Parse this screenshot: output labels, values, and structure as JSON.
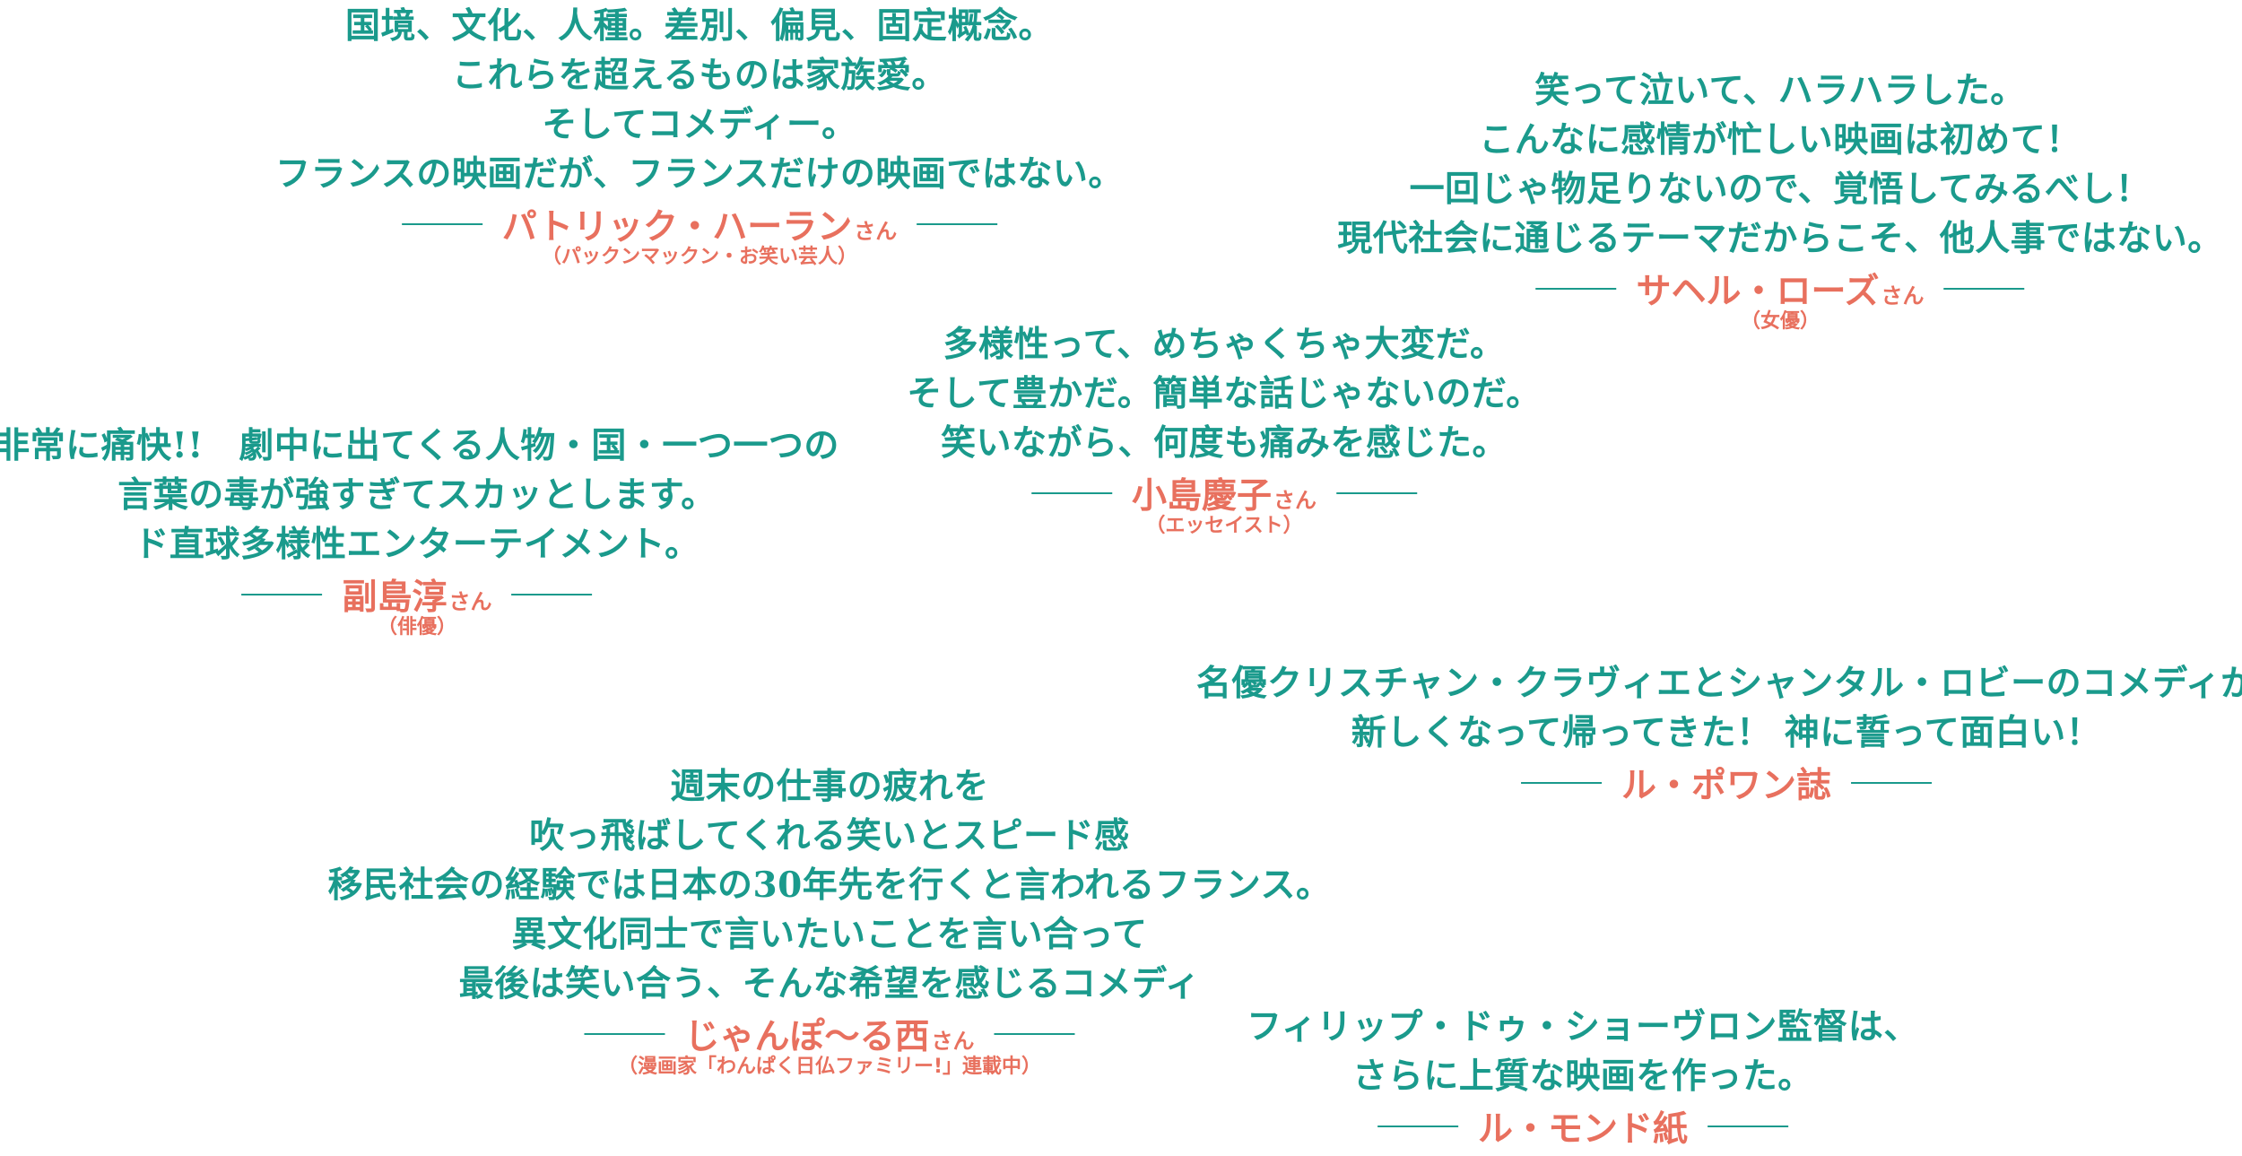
{
  "quotes": [
    {
      "lines": [
        "国境、文化、人種。差別、偏見、固定概念。",
        "これらを超えるものは家族愛。",
        "そしてコメディー。",
        "フランスの映画だが、フランスだけの映画ではない。"
      ],
      "name": "パトリック・ハーラン",
      "suffix": "さん",
      "role": "（パックンマックン・お笑い芸人）"
    },
    {
      "lines": [
        "笑って泣いて、ハラハラした。",
        "こんなに感情が忙しい映画は初めて！",
        "一回じゃ物足りないので、覚悟してみるべし！",
        "現代社会に通じるテーマだからこそ、他人事ではない。"
      ],
      "name": "サヘル・ローズ",
      "suffix": "さん",
      "role": "（女優）"
    },
    {
      "lines": [
        "多様性って、めちゃくちゃ大変だ。",
        "そして豊かだ。簡単な話じゃないのだ。",
        "笑いながら、何度も痛みを感じた。"
      ],
      "name": "小島慶子",
      "suffix": "さん",
      "role": "（エッセイスト）"
    },
    {
      "lines": [
        "非常に痛快!!　劇中に出てくる人物・国・一つ一つの",
        "言葉の毒が強すぎてスカッとします。",
        "ド直球多様性エンターテイメント。"
      ],
      "name": "副島淳",
      "suffix": "さん",
      "role": "（俳優）"
    },
    {
      "lines": [
        "名優クリスチャン・クラヴィエとシャンタル・ロビーのコメディが",
        "新しくなって帰ってきた！ 神に誓って面白い！"
      ],
      "name": "ル・ポワン誌",
      "suffix": "",
      "role": ""
    },
    {
      "lines": [
        "週末の仕事の疲れを",
        "吹っ飛ばしてくれる笑いとスピード感",
        "移民社会の経験では日本の30年先を行くと言われるフランス。",
        "異文化同士で言いたいことを言い合って",
        "最後は笑い合う、そんな希望を感じるコメディ"
      ],
      "name": "じゃんぽ〜る西",
      "suffix": "さん",
      "role": "（漫画家「わんぱく日仏ファミリー!」連載中）"
    },
    {
      "lines": [
        "フィリップ・ドゥ・ショーヴロン監督は、",
        "さらに上質な映画を作った。"
      ],
      "name": "ル・モンド紙",
      "suffix": "",
      "role": ""
    }
  ],
  "colors": {
    "quote_text": "#1a9a8c",
    "attribution": "#e8705e"
  }
}
